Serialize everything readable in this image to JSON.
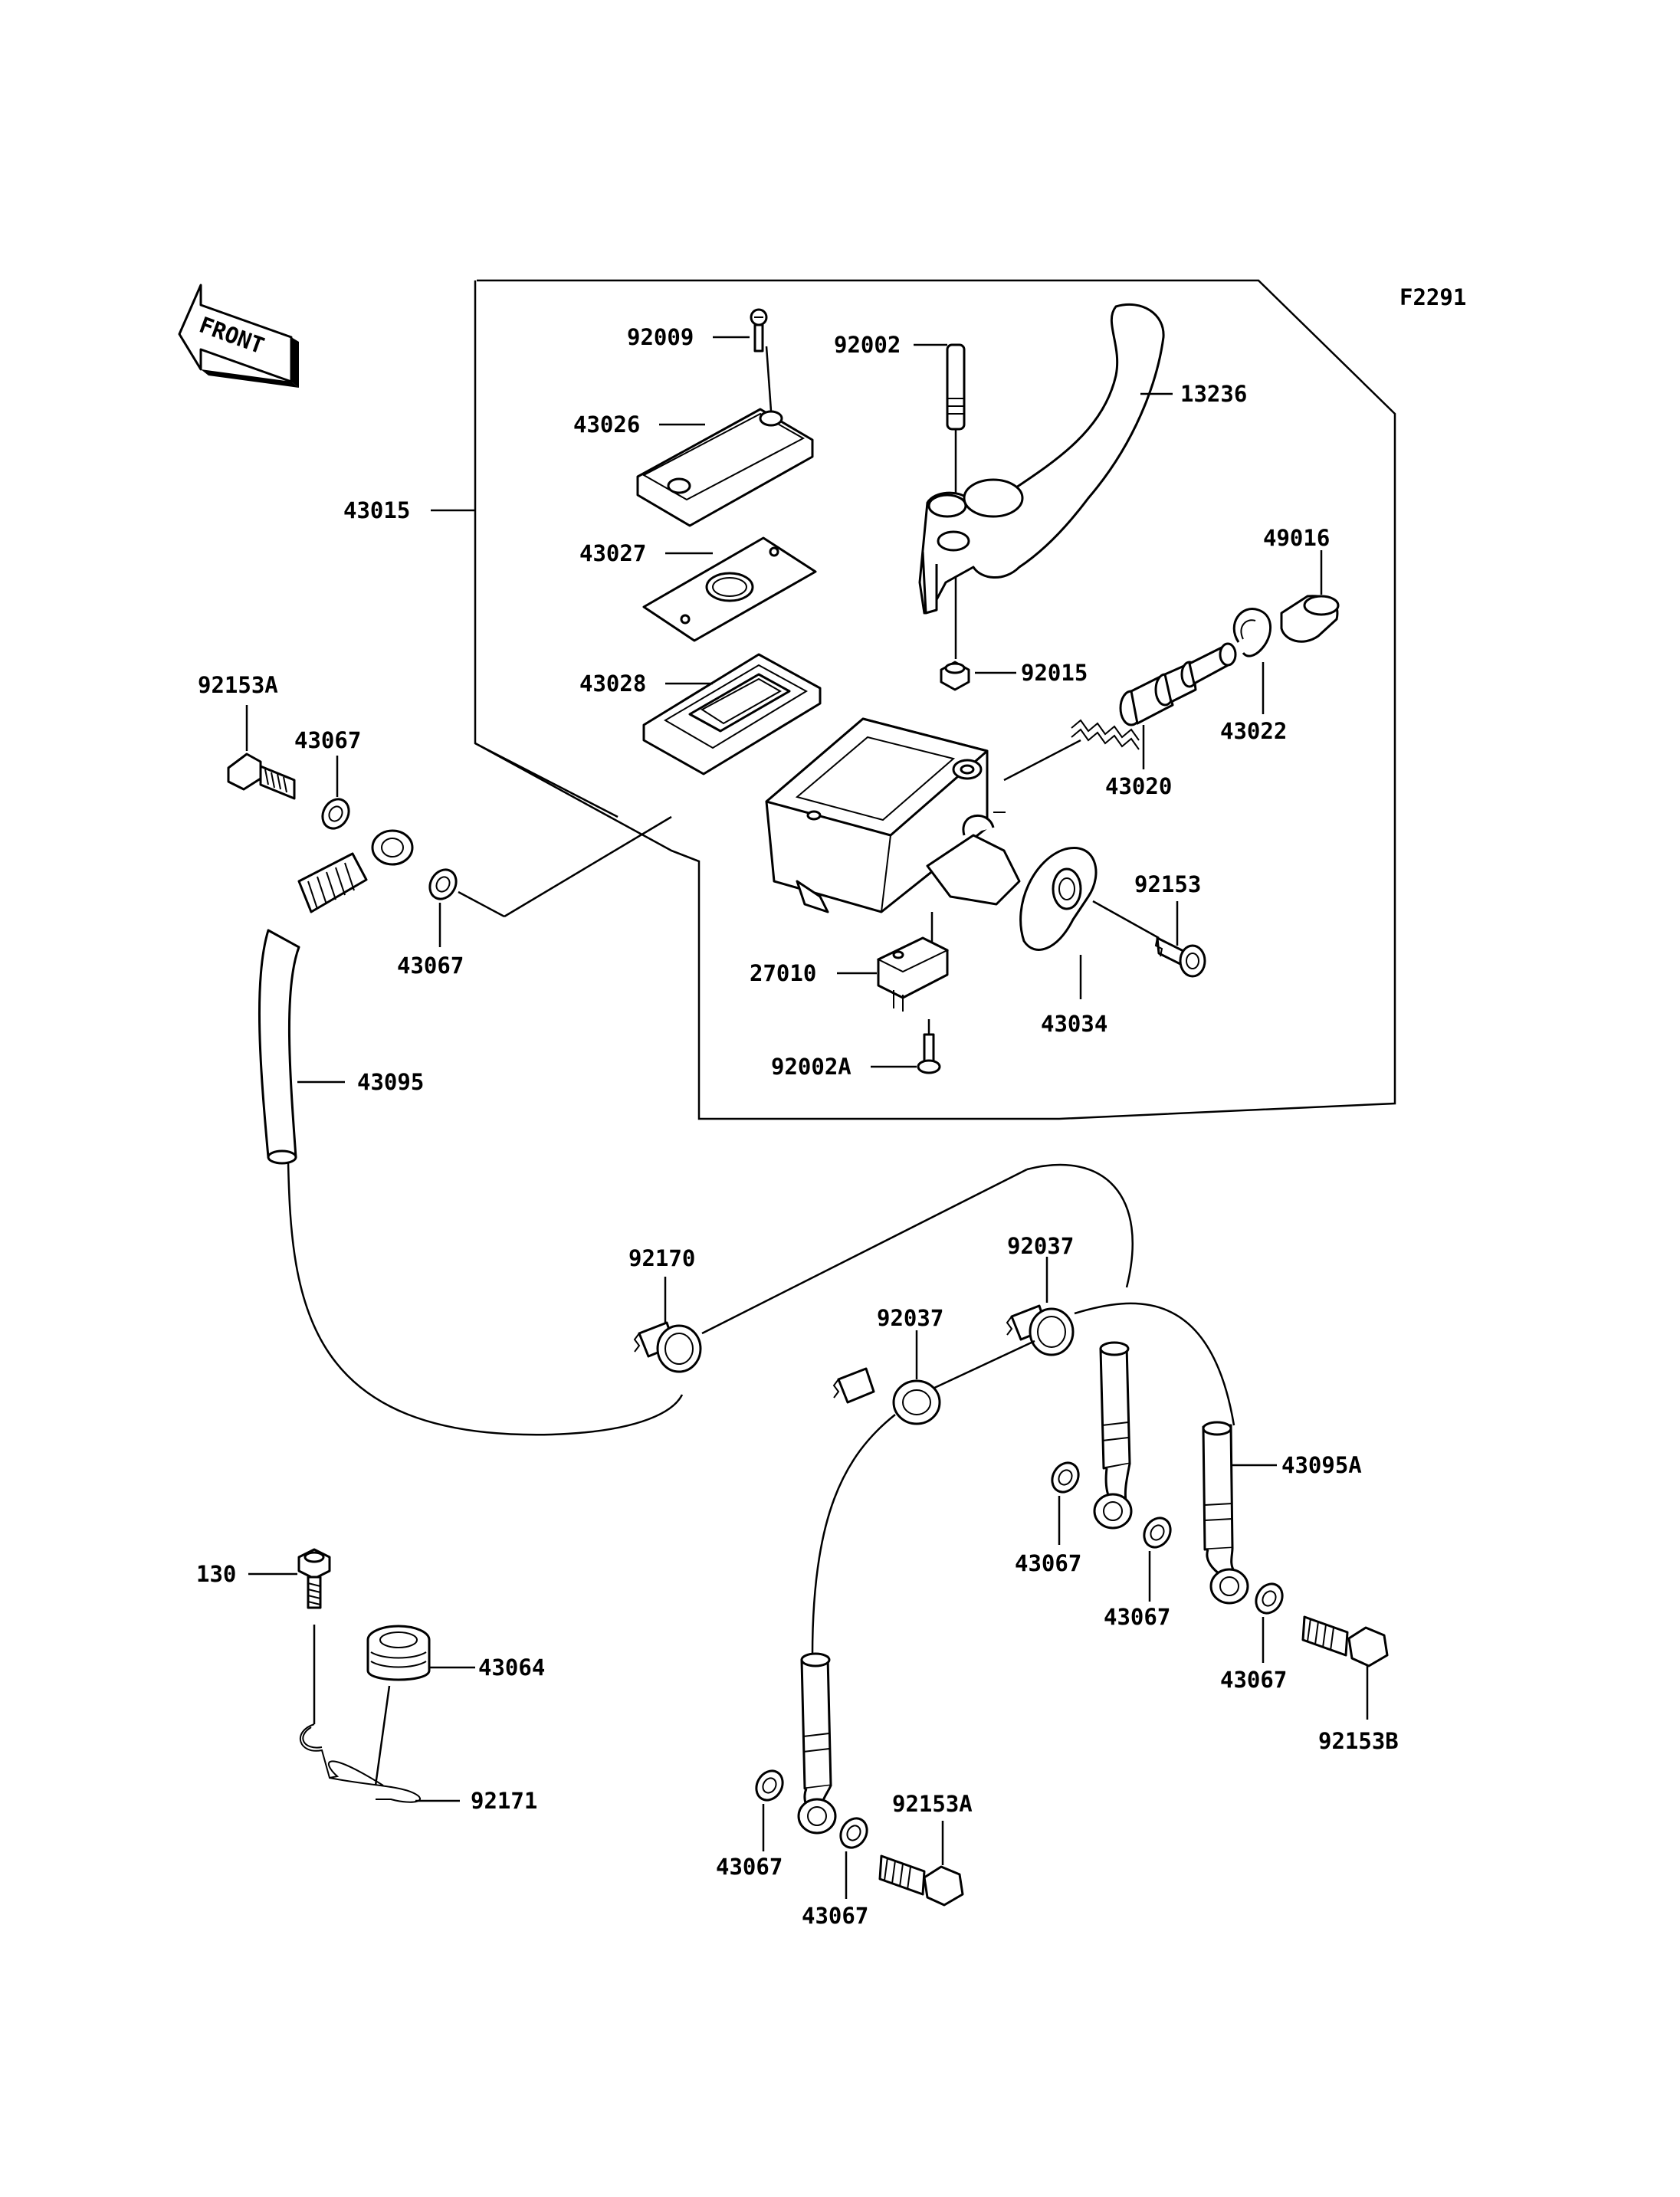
{
  "figure_code": "F2291",
  "front_label": "FRONT",
  "part_numbers": {
    "p92009": "92009",
    "p92002": "92002",
    "p13236": "13236",
    "p43026": "43026",
    "p43015": "43015",
    "p43027": "43027",
    "p49016": "49016",
    "p92015": "92015",
    "p92153A_top": "92153A",
    "p43028": "43028",
    "p43022": "43022",
    "p43067_a": "43067",
    "p43020": "43020",
    "p92153": "92153",
    "p43067_b": "43067",
    "p27010": "27010",
    "p43034": "43034",
    "p92002A": "92002A",
    "p43095": "43095",
    "p92170": "92170",
    "p92037_right": "92037",
    "p92037_left": "92037",
    "p43095A": "43095A",
    "p43067_c": "43067",
    "p43067_d": "43067",
    "p43067_e": "43067",
    "p92153B": "92153B",
    "p130": "130",
    "p43064": "43064",
    "p92171": "92171",
    "p92153A_bottom": "92153A",
    "p43067_f": "43067",
    "p43067_g": "43067"
  }
}
